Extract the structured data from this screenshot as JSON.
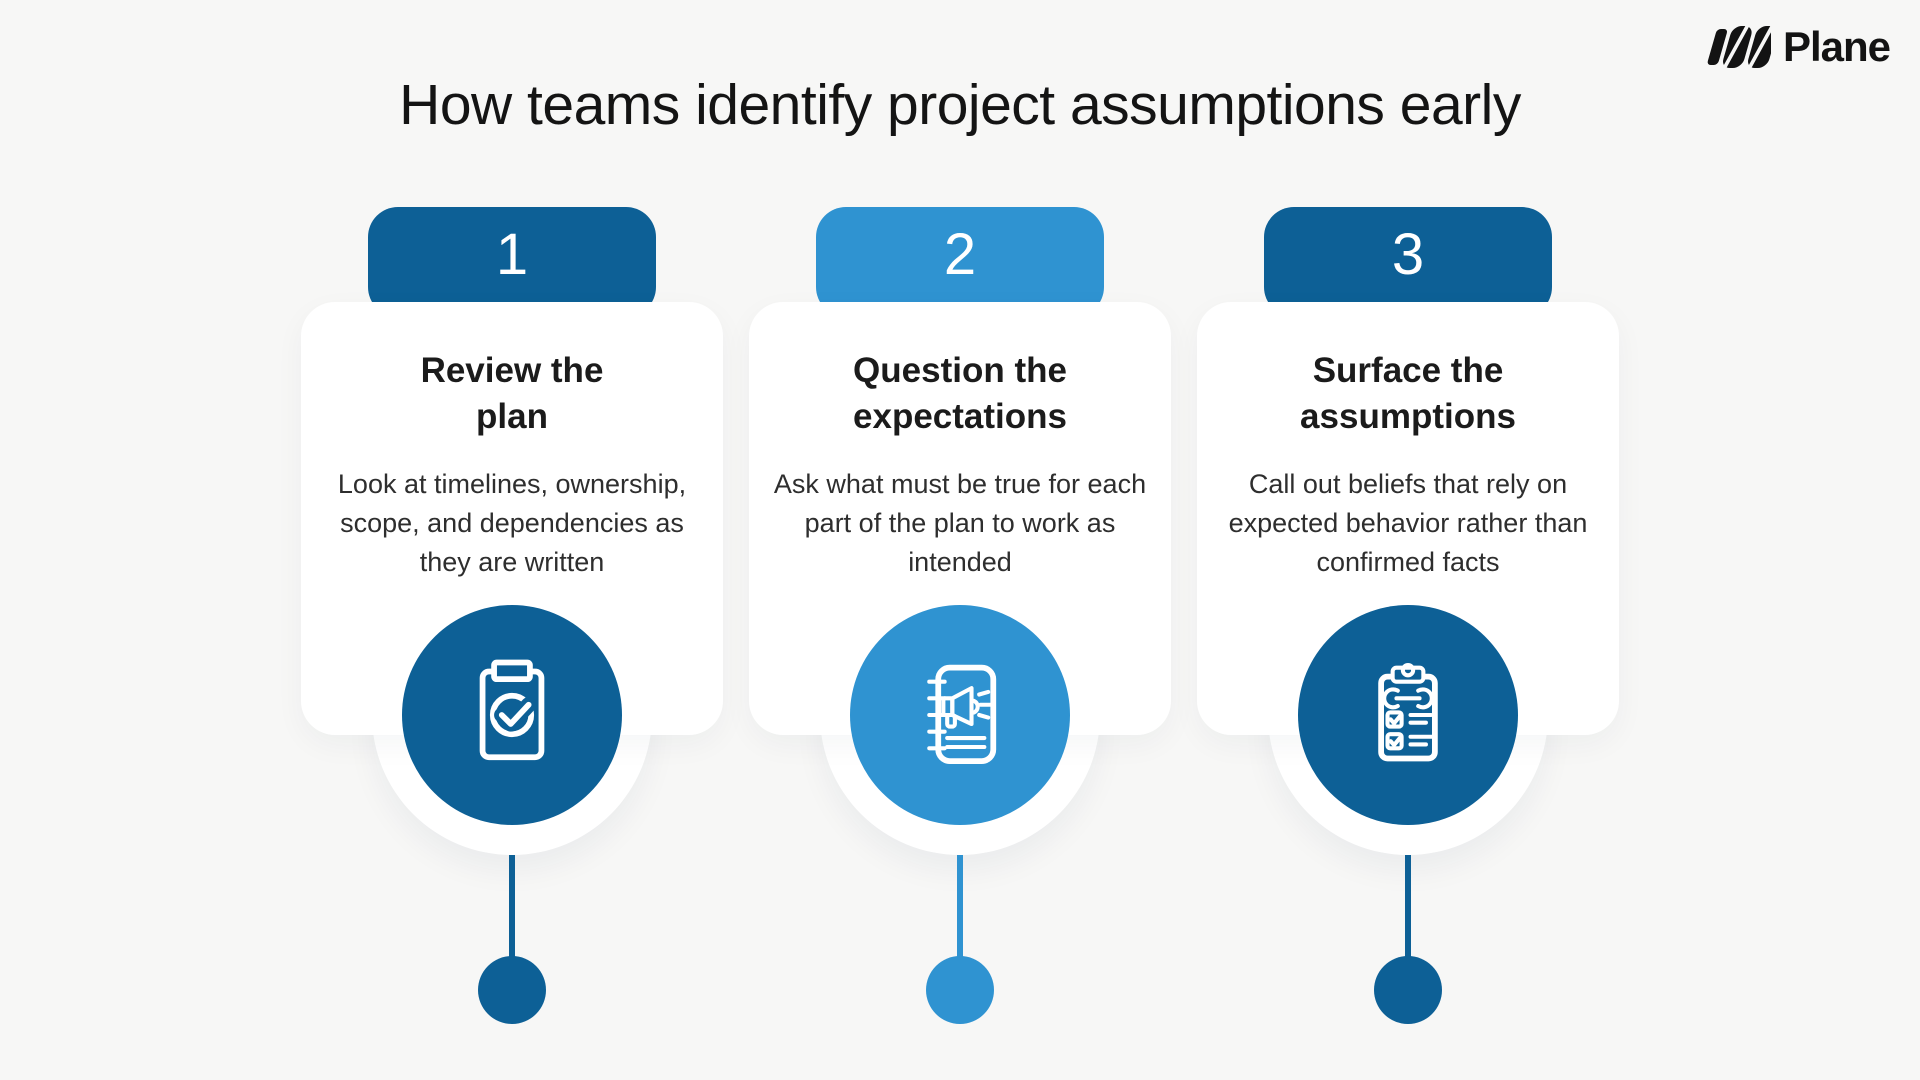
{
  "page": {
    "title": "How teams identify project assumptions early",
    "background_color": "#f7f7f6"
  },
  "brand": {
    "name": "Plane",
    "logo_icon": "plane-logo-icon",
    "color": "#131313"
  },
  "colors": {
    "dark_blue": "#0d6096",
    "light_blue": "#2f93d1",
    "card_background": "#ffffff",
    "heading_text": "#1b1b1b",
    "body_text": "#2e2e2e",
    "number_text": "#ffffff"
  },
  "cards": [
    {
      "number": "1",
      "title": "Review the\nplan",
      "description": "Look at timelines, ownership, scope, and dependencies as they are written",
      "icon": "clipboard-check-icon",
      "accent": "#0d6096"
    },
    {
      "number": "2",
      "title": "Question the\nexpectations",
      "description": "Ask what must be true for each part of the plan to work as intended",
      "icon": "notebook-megaphone-icon",
      "accent": "#2f93d1"
    },
    {
      "number": "3",
      "title": "Surface the\nassumptions",
      "description": "Call out beliefs that rely on expected behavior rather than confirmed facts",
      "icon": "clipboard-wrench-checklist-icon",
      "accent": "#0d6096"
    }
  ]
}
